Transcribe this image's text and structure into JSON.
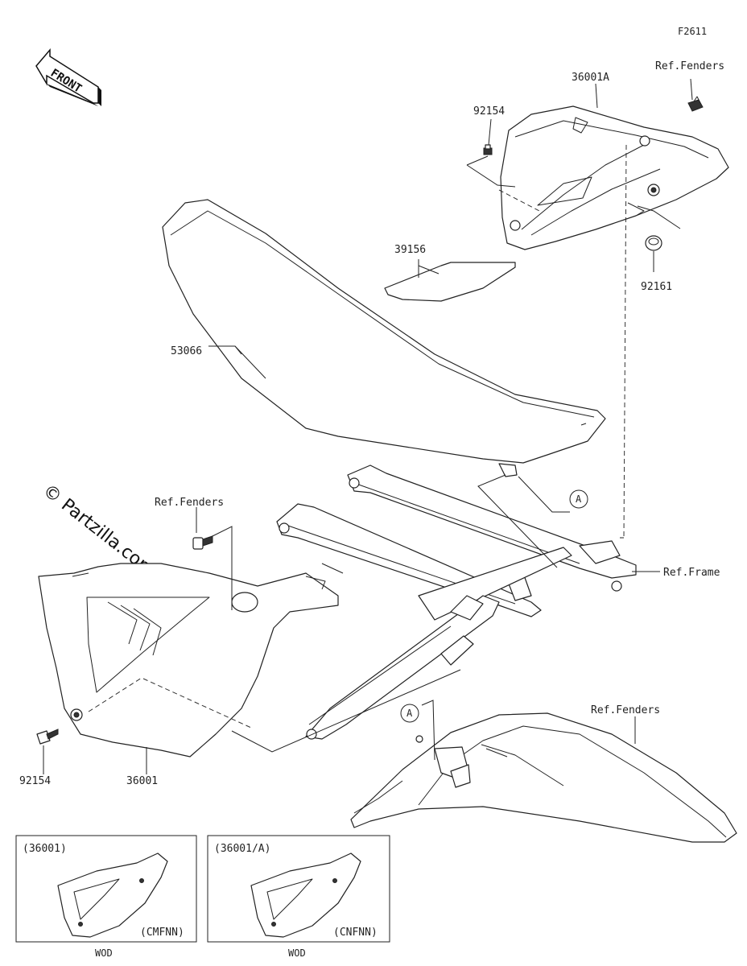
{
  "diagram_id": "F2611",
  "front_label": "FRONT",
  "watermark": "© Partzilla.com",
  "callouts": {
    "p36001A": "36001A",
    "ref_fenders_top": "Ref.Fenders",
    "p92154_top": "92154",
    "p39156": "39156",
    "p92161": "92161",
    "p53066": "53066",
    "ref_fenders_mid": "Ref.Fenders",
    "ref_frame": "Ref.Frame",
    "ref_fenders_rear": "Ref.Fenders",
    "p92154_bottom": "92154",
    "p36001": "36001",
    "marker_a1": "A",
    "marker_a2": "A"
  },
  "insets": [
    {
      "part": "(36001)",
      "variant": "(CMFNN)",
      "caption": "WOD"
    },
    {
      "part": "(36001/A)",
      "variant": "(CNFNN)",
      "caption": "WOD"
    }
  ]
}
